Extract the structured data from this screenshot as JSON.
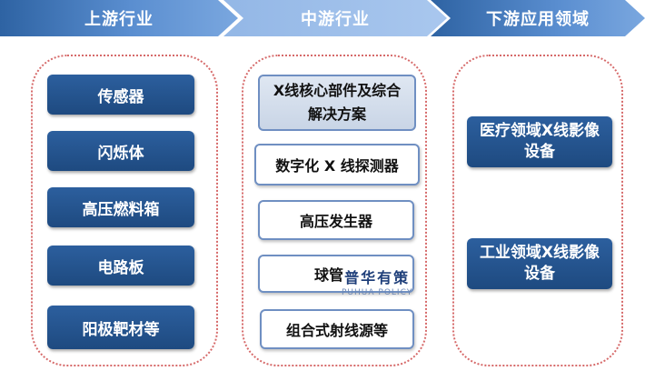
{
  "header": {
    "upstream": "上游行业",
    "midstream": "中游行业",
    "downstream": "下游应用领域"
  },
  "upstream_items": [
    "传感器",
    "闪烁体",
    "高压燃料箱",
    "电路板",
    "阳极靶材等"
  ],
  "midstream_items": [
    "X线核心部件及综合解决方案",
    "数字化 X 线探测器",
    "高压发生器",
    "球管",
    "组合式射线源等"
  ],
  "downstream_items": [
    "医疗领域X线影像设备",
    "工业领域X线影像设备"
  ],
  "watermark": {
    "cn": "普华有策",
    "en": "PUHUA POLICY"
  },
  "colors": {
    "dark_box": "#1e4a80",
    "header_blue": "#2e63a3",
    "container_border": "#d66a6a"
  }
}
